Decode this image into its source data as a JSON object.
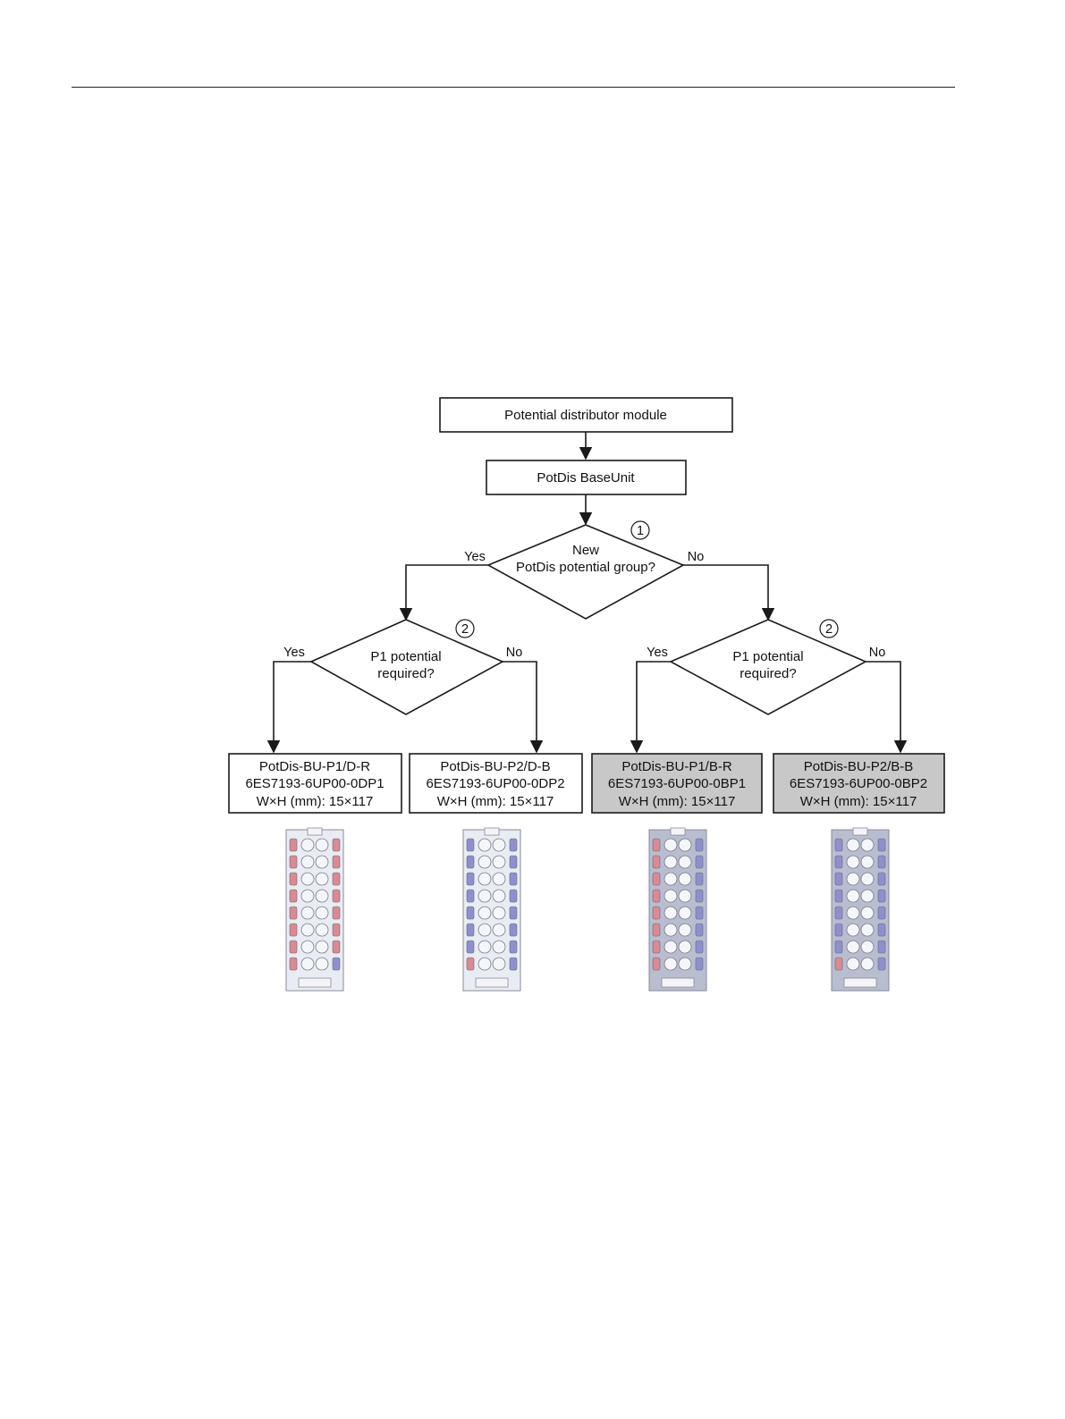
{
  "flowchart": {
    "root": "Potential distributor module",
    "base": "PotDis BaseUnit",
    "decision_main": {
      "line1": "New",
      "line2": "PotDis potential group?",
      "marker": "1",
      "yes": "Yes",
      "no": "No"
    },
    "decision_left": {
      "line1": "P1 potential",
      "line2": "required?",
      "marker": "2",
      "yes": "Yes",
      "no": "No"
    },
    "decision_right": {
      "line1": "P1 potential",
      "line2": "required?",
      "marker": "2",
      "yes": "Yes",
      "no": "No"
    },
    "modules": [
      {
        "name": "PotDis-BU-P1/D-R",
        "order": "6ES7193-6UP00-0DP1",
        "size": "W×H (mm): 15×117"
      },
      {
        "name": "PotDis-BU-P2/D-B",
        "order": "6ES7193-6UP00-0DP2",
        "size": "W×H (mm): 15×117"
      },
      {
        "name": "PotDis-BU-P1/B-R",
        "order": "6ES7193-6UP00-0BP1",
        "size": "W×H (mm): 15×117"
      },
      {
        "name": "PotDis-BU-P2/B-B",
        "order": "6ES7193-6UP00-0BP2",
        "size": "W×H (mm): 15×117"
      }
    ]
  },
  "colors": {
    "line": "#1a1a1a",
    "gray_box": "#c8c8c8",
    "red_terminal": "#d98a93",
    "blue_terminal": "#8f8fcf",
    "light_body": "#e9edf3",
    "dark_body": "#b9bdd0"
  }
}
